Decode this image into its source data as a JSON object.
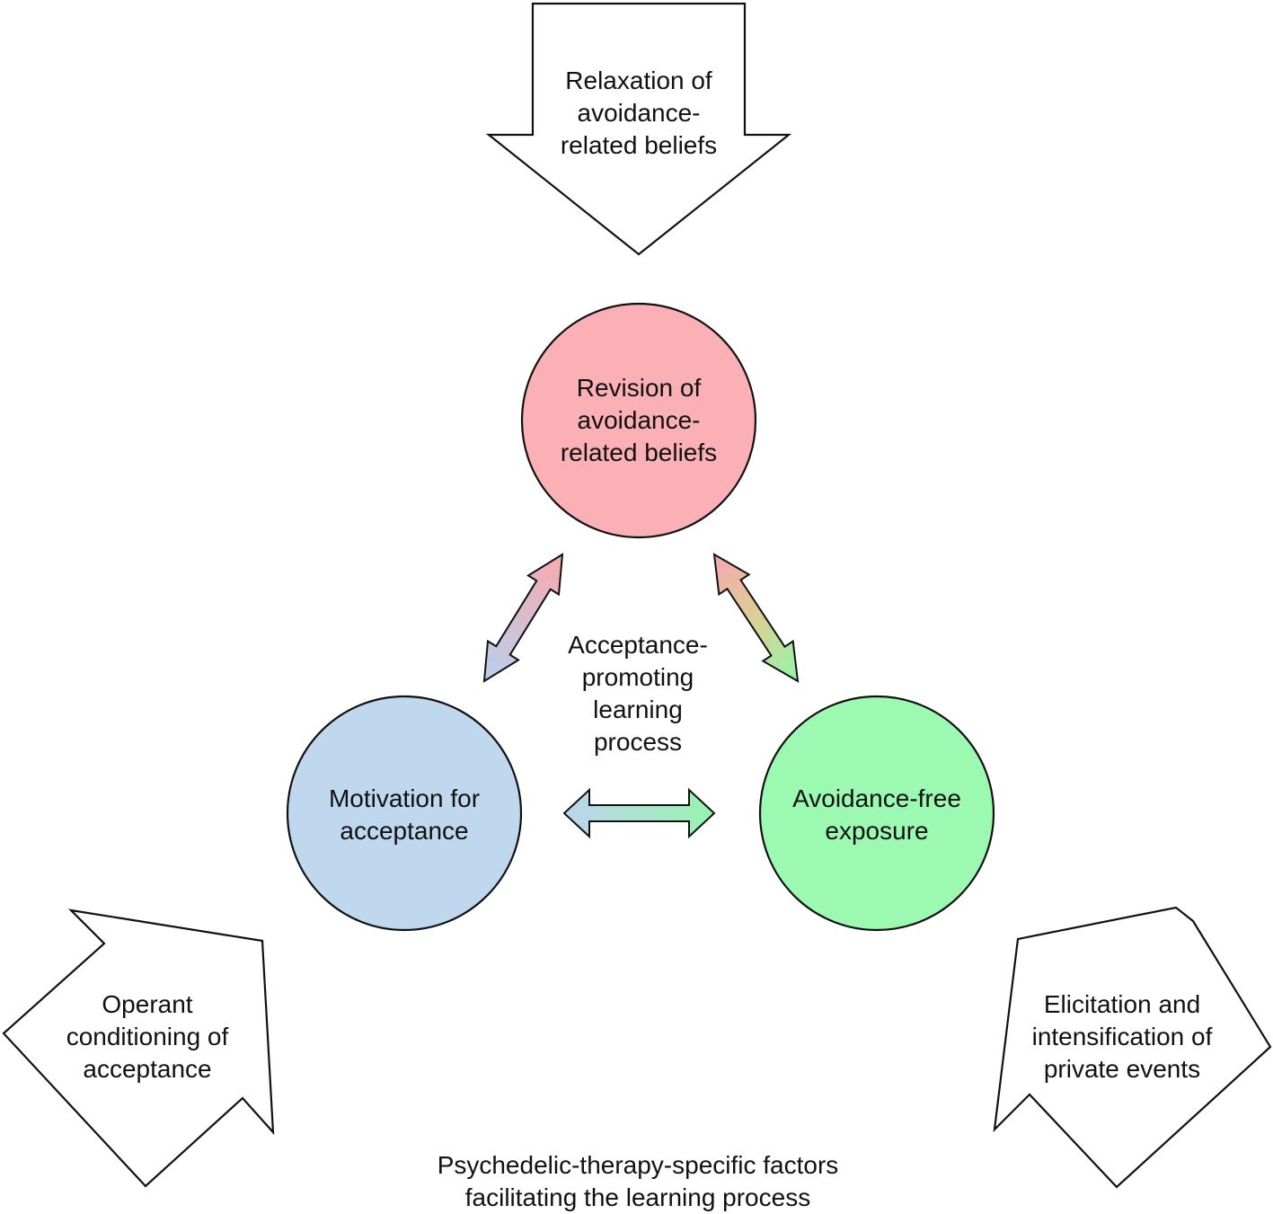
{
  "top_arrow": {
    "lines": [
      "Relaxation of",
      "avoidance-",
      "related beliefs"
    ]
  },
  "left_arrow": {
    "lines": [
      "Operant",
      "conditioning of",
      "acceptance"
    ]
  },
  "right_arrow": {
    "lines": [
      "Elicitation and",
      "intensification of",
      "private events"
    ]
  },
  "nodes": {
    "revision": {
      "lines": [
        "Revision of",
        "avoidance-",
        "related beliefs"
      ],
      "color": "#fbb0b6"
    },
    "motivation": {
      "lines": [
        "Motivation for",
        "acceptance"
      ],
      "color": "#c0d8ee"
    },
    "exposure": {
      "lines": [
        "Avoidance-free",
        "exposure"
      ],
      "color": "#9cf9b2"
    }
  },
  "center_label": {
    "lines": [
      "Acceptance-",
      "promoting",
      "learning",
      "process"
    ]
  },
  "footer": {
    "lines": [
      "Psychedelic-therapy-specific factors",
      "facilitating the learning process"
    ]
  }
}
